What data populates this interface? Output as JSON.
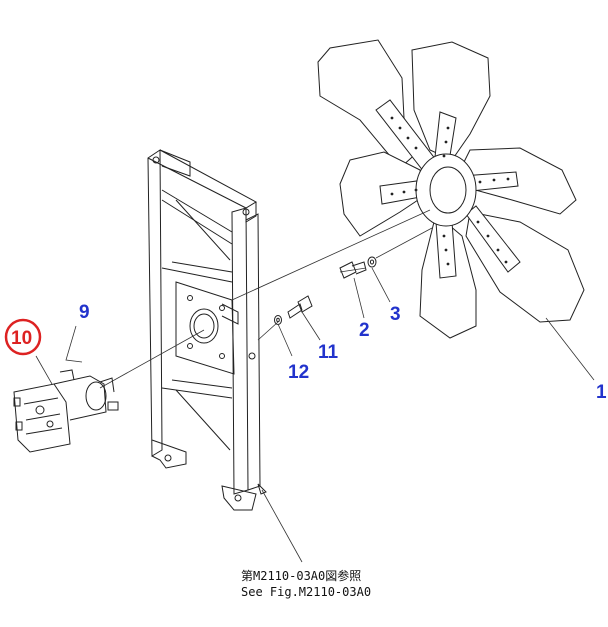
{
  "parts": [
    {
      "number": "1",
      "highlighted": false
    },
    {
      "number": "2",
      "highlighted": false
    },
    {
      "number": "3",
      "highlighted": false
    },
    {
      "number": "9",
      "highlighted": false
    },
    {
      "number": "10",
      "highlighted": true
    },
    {
      "number": "11",
      "highlighted": false
    },
    {
      "number": "12",
      "highlighted": false
    }
  ],
  "note": {
    "line1": "第M2110-03A0図参照",
    "line2": "See Fig.M2110-03A0"
  },
  "colors": {
    "label": "#2233cc",
    "highlight": "#dd2222",
    "line": "#222222"
  }
}
